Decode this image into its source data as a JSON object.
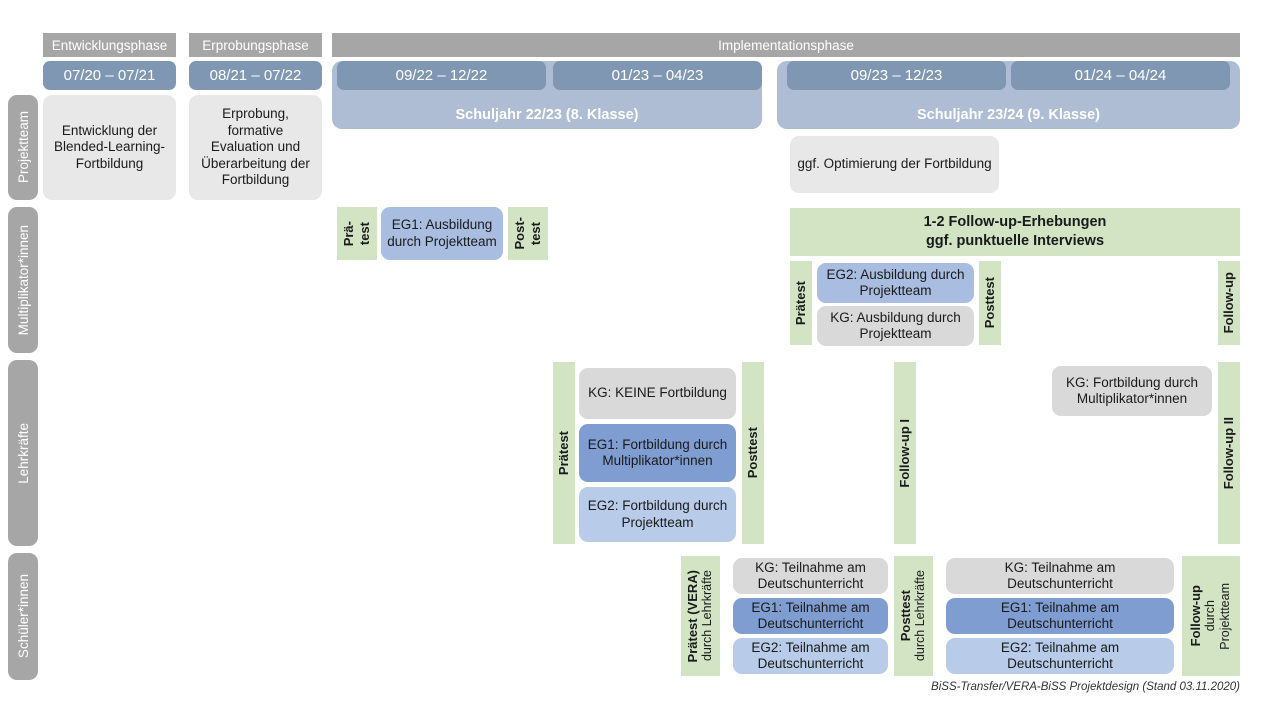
{
  "diagram": {
    "title": "BiSS-Transfer/VERA-BiSS Projektdesign",
    "footer": "BiSS-Transfer/VERA-BiSS Projektdesign (Stand 03.11.2020)"
  },
  "colors": {
    "phase_gray": "#a6a6a6",
    "date_blue": "#8097b4",
    "schoolyear_blue": "#aebdd4",
    "box_gray": "#e8e8e8",
    "box_gray_dark": "#d9d9d9",
    "blue_dark": "#7f9dd1",
    "blue_mid": "#a8bde0",
    "blue_light": "#b8cbe8",
    "green": "#d3e4c4"
  },
  "phases": [
    {
      "label": "Entwicklungsphase"
    },
    {
      "label": "Erprobungsphase"
    },
    {
      "label": "Implementationsphase"
    }
  ],
  "periods": [
    {
      "label": "07/20 – 07/21"
    },
    {
      "label": "08/21 – 07/22"
    },
    {
      "label": "09/22 – 12/22"
    },
    {
      "label": "01/23 – 04/23"
    },
    {
      "label": "09/23 – 12/23"
    },
    {
      "label": "01/24 – 04/24"
    }
  ],
  "school_years": [
    {
      "label": "Schuljahr 22/23 (8. Klasse)"
    },
    {
      "label": "Schuljahr 23/24 (9. Klasse)"
    }
  ],
  "roles": [
    {
      "label": "Projektteam"
    },
    {
      "label": "Multiplikator*innen"
    },
    {
      "label": "Lehrkräfte"
    },
    {
      "label": "Schüler*innen"
    }
  ],
  "projektteam_row": {
    "entwicklung": "Entwicklung der Blended-Learning-Fortbildung",
    "erprobung": "Erprobung, formative Evaluation und Überarbeitung der Fortbildung",
    "optimierung": "ggf. Optimierung der Fortbildung"
  },
  "multiplikator_row": {
    "praetest_early": "Prä-\ntest",
    "praetest_early_line1": "Prä-",
    "praetest_early_line2": "test",
    "eg1_ausbildung": "EG1: Ausbildung durch Projektteam",
    "posttest_early_line1": "Post-",
    "posttest_early_line2": "test",
    "followup_banner_line1": "1-2 Follow-up-Erhebungen",
    "followup_banner_line2": "ggf. punktuelle Interviews",
    "praetest_late": "Prätest",
    "eg2_ausbildung": "EG2: Ausbildung durch Projektteam",
    "kg_ausbildung": "KG: Ausbildung durch Projektteam",
    "posttest_late": "Posttest",
    "followup": "Follow-up"
  },
  "lehrkraefte_row": {
    "praetest": "Prätest",
    "kg_keine": "KG:  KEINE Fortbildung",
    "eg1_fortbildung": "EG1: Fortbildung durch Multiplikator*innen",
    "eg2_fortbildung": "EG2: Fortbildung durch Projektteam",
    "posttest": "Posttest",
    "followup_1": "Follow-up I",
    "kg_fortbildung": "KG: Fortbildung durch Multiplikator*innen",
    "followup_2": "Follow-up II"
  },
  "schueler_row": {
    "praetest_bold": "Prätest (VERA)",
    "praetest_sub": "durch Lehrkräfte",
    "kg_teilnahme_1": "KG: Teilnahme am Deutschunterricht",
    "eg1_teilnahme_1": "EG1: Teilnahme am Deutschunterricht",
    "eg2_teilnahme_1": "EG2: Teilnahme am Deutschunterricht",
    "posttest_bold": "Posttest",
    "posttest_sub": "durch Lehrkräfte",
    "kg_teilnahme_2": "KG: Teilnahme am Deutschunterricht",
    "eg1_teilnahme_2": "EG1: Teilnahme am Deutschunterricht",
    "eg2_teilnahme_2": "EG2: Teilnahme am Deutschunterricht",
    "followup_bold": "Follow-up",
    "followup_sub1": "durch",
    "followup_sub2": "Projektteam"
  }
}
